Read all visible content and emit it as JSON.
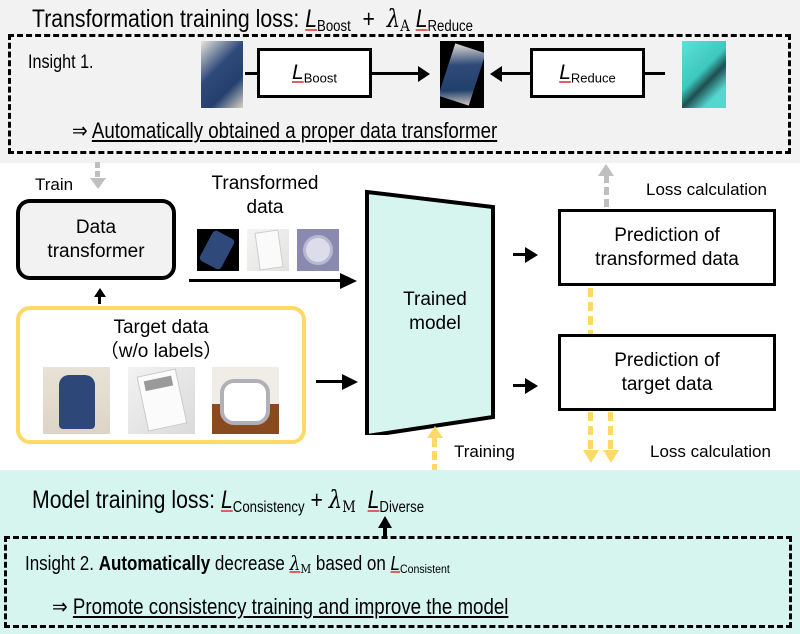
{
  "transformation_loss": {
    "prefix": "Transformation training loss: ",
    "term1": "L",
    "term1_sub": "Boost",
    "plus": "+",
    "lambda": "λ",
    "lambda_sub": "A",
    "term2": "L",
    "term2_sub": "Reduce"
  },
  "insight1": {
    "label": "Insight 1.",
    "boost_box": {
      "L": "L",
      "sub": "Boost"
    },
    "reduce_box": {
      "L": "L",
      "sub": "Reduce"
    },
    "conclusion_arrow": "⇒",
    "conclusion": "Automatically obtained a proper data transformer",
    "images": [
      "backpack-rotated",
      "backpack-rotated-centered",
      "backpack-cyan-cropped"
    ]
  },
  "middle": {
    "train_label": "Train",
    "data_transformer": [
      "Data",
      "transformer"
    ],
    "transformed_data_label": [
      "Transformed",
      "data"
    ],
    "transformed_images": [
      "backpack-rotated",
      "calculator-faded",
      "clock-purple"
    ],
    "target_data": [
      "Target data",
      "（w/o labels）"
    ],
    "target_images": [
      "backpack",
      "calculator",
      "alarm-clock"
    ],
    "trained_model": [
      "Trained",
      "model"
    ],
    "pred_transformed": [
      "Prediction of",
      "transformed data"
    ],
    "pred_target": [
      "Prediction of",
      "target data"
    ],
    "loss_calc_top": "Loss calculation",
    "loss_calc_bottom": "Loss calculation",
    "training_label": "Training"
  },
  "model_loss": {
    "prefix": "Model training loss: ",
    "term1": "L",
    "term1_sub": "Consistency",
    "plus": "+",
    "lambda": "λ",
    "lambda_sub": "M",
    "term2": "L",
    "term2_sub": "Diverse"
  },
  "insight2": {
    "label": "Insight 2. ",
    "bold": "Automatically",
    "text1": " decrease ",
    "lambda": "λ",
    "lambda_sub": "M",
    "text2": " based on ",
    "L": "L",
    "L_sub": "Consistent",
    "conclusion_arrow": "⇒",
    "conclusion": "Promote consistency training and improve the model"
  },
  "colors": {
    "top_band": "#f2f2f2",
    "bottom_band": "#d6f5ef",
    "model_fill": "#d6f5ef",
    "target_border": "#ffd966",
    "yellow_arrow": "#ffd966",
    "gray_arrow": "#bfbfbf"
  }
}
